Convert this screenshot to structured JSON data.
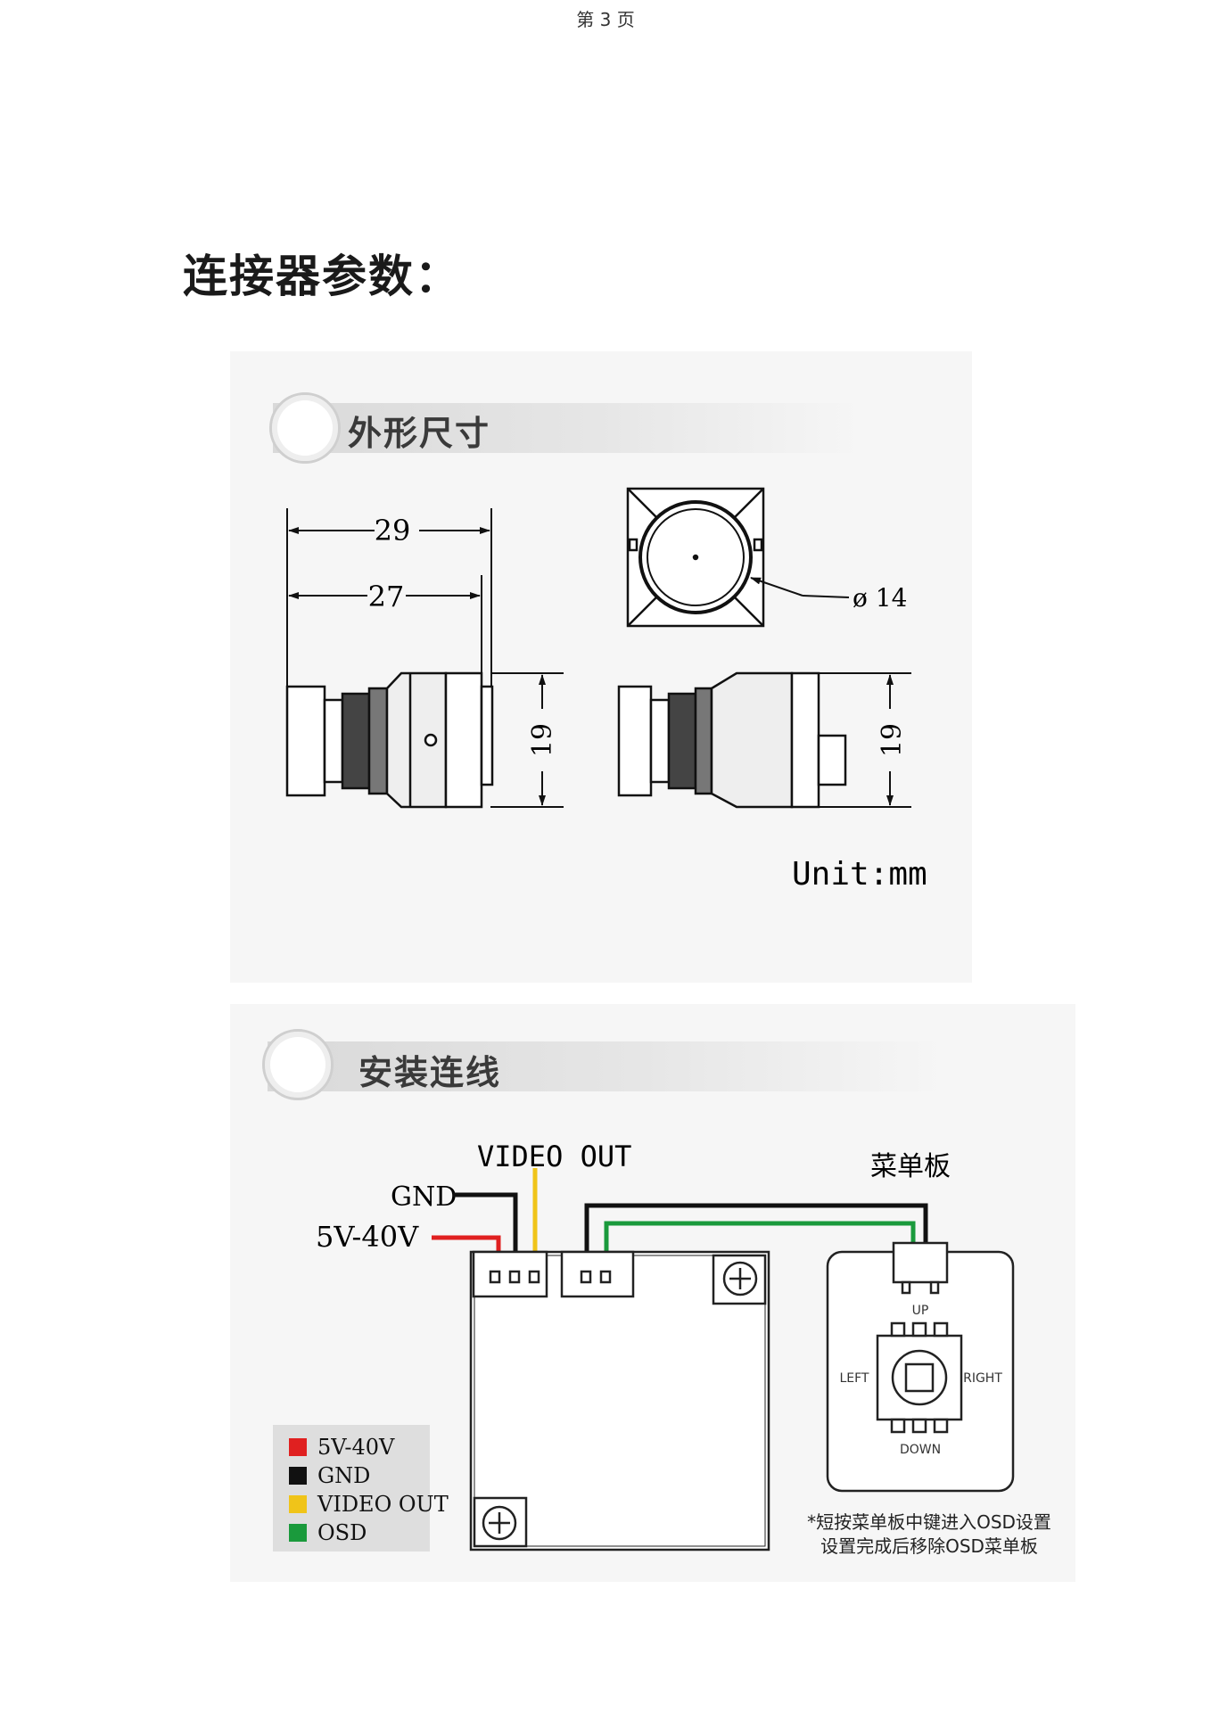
{
  "page_number": "第 3 页",
  "heading": "连接器参数：",
  "dimension_section": {
    "title": "外形尺寸",
    "dim_29": "29",
    "dim_27": "27",
    "dim_19_left": "19",
    "dim_19_right": "19",
    "lens_diameter": "ø 14",
    "unit": "Unit:mm"
  },
  "wiring_section": {
    "title": "安装连线",
    "label_video_out": "VIDEO OUT",
    "label_gnd": "GND",
    "label_power": "5V-40V",
    "menu_board_title": "菜单板",
    "btn_up": "UP",
    "btn_down": "DOWN",
    "btn_left": "LEFT",
    "btn_right": "RIGHT",
    "legend": [
      {
        "label": "5V-40V",
        "color": "#e02020"
      },
      {
        "label": "GND",
        "color": "#111111"
      },
      {
        "label": "VIDEO OUT",
        "color": "#f0c419"
      },
      {
        "label": "OSD",
        "color": "#1a9a3c"
      }
    ],
    "note_line1": "*短按菜单板中键进入OSD设置",
    "note_line2": "设置完成后移除OSD菜单板"
  }
}
